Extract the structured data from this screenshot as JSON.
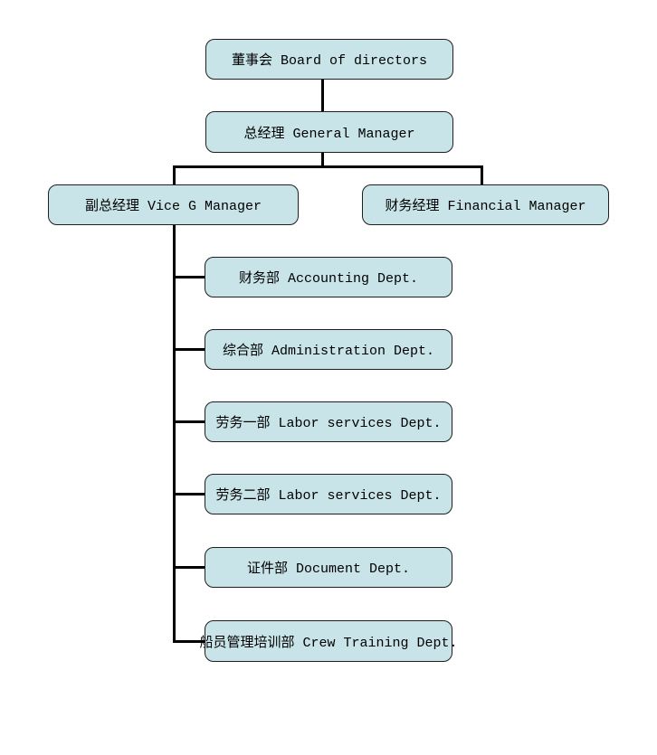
{
  "org_chart": {
    "board": {
      "label": "董事会 Board of directors"
    },
    "general_manager": {
      "label": "总经理 General Manager"
    },
    "vice_general_manager": {
      "label": "副总经理 Vice G Manager"
    },
    "financial_manager": {
      "label": "财务经理 Financial Manager"
    },
    "departments": [
      {
        "label": "财务部 Accounting Dept."
      },
      {
        "label": "综合部 Administration Dept."
      },
      {
        "label": "劳务一部 Labor services Dept."
      },
      {
        "label": "劳务二部 Labor services Dept."
      },
      {
        "label": "证件部 Document Dept."
      },
      {
        "label": "船员管理培训部 Crew Training Dept."
      }
    ]
  },
  "colors": {
    "box_fill": "#c8e4e8",
    "box_border": "#1f1f1f",
    "connector": "#000000",
    "background": "#ffffff"
  }
}
